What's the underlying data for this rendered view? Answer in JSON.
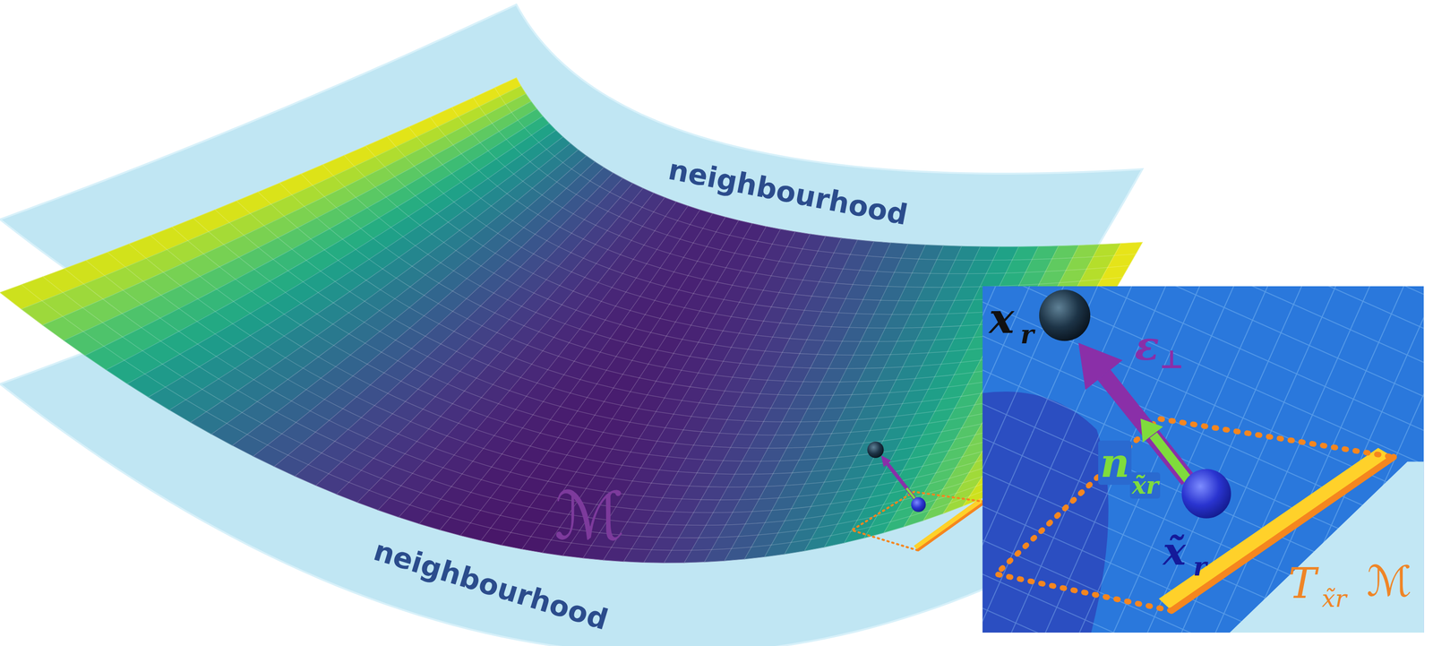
{
  "diagram": {
    "labels": [
      "neighbourhood",
      "ℳ",
      "neighbourhood",
      "x",
      "r",
      "ε",
      "⊥",
      "n",
      "x̃r",
      "x̃",
      "r",
      "T",
      "x̃r",
      "ℳ"
    ]
  }
}
